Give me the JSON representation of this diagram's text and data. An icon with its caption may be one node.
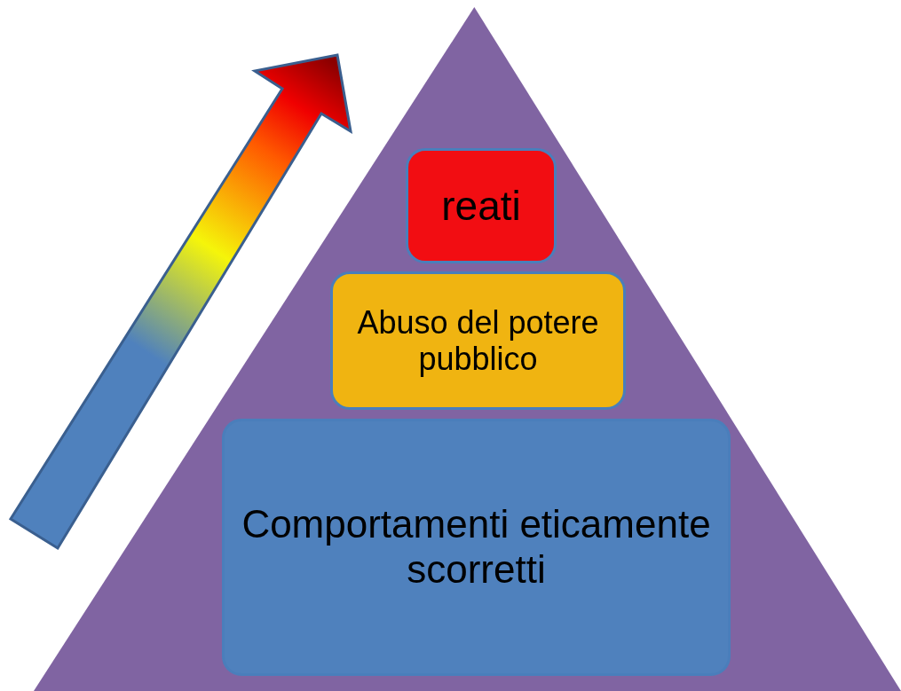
{
  "diagram": {
    "nodes": [
      {
        "text": [],
        "shape": "triangle"
      },
      {
        "text": [
          "reati"
        ],
        "in": 0
      },
      {
        "text": [
          "Abuso del potere pubblico"
        ],
        "in": 0
      },
      {
        "text": [
          "Comportamenti eticamente scorretti"
        ],
        "in": 0
      }
    ]
  }
}
